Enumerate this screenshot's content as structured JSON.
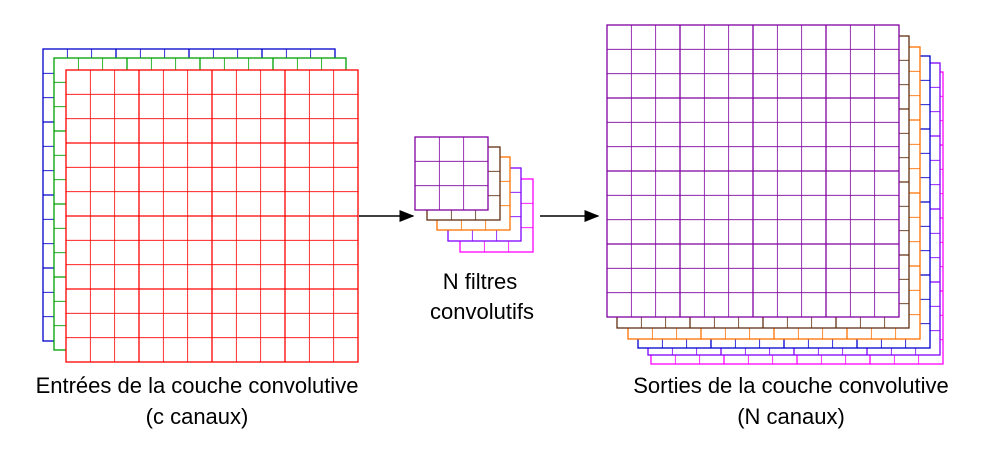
{
  "input_block": {
    "caption_line1": "Entrées de la couche convolutive",
    "caption_line2": "(c  canaux)",
    "channel_colors": [
      "#ff0000",
      "#00a000",
      "#0000cc"
    ]
  },
  "filter_block": {
    "caption_line1": "N filtres",
    "caption_line2": "convolutifs",
    "filter_colors": [
      "#8000a0",
      "#603010",
      "#ff7000",
      "#8000ff",
      "#ff00ff"
    ]
  },
  "output_block": {
    "caption_line1": "Sorties de la couche convolutive",
    "caption_line2": "(N canaux)",
    "channel_colors": [
      "#8000a0",
      "#603010",
      "#ff7000",
      "#0000cc",
      "#8000ff",
      "#ff00ff"
    ]
  },
  "grid": {
    "input_cells": 12,
    "input_major_every": 3,
    "filter_cells": 3,
    "output_cells": 12,
    "output_major_every": 3
  }
}
